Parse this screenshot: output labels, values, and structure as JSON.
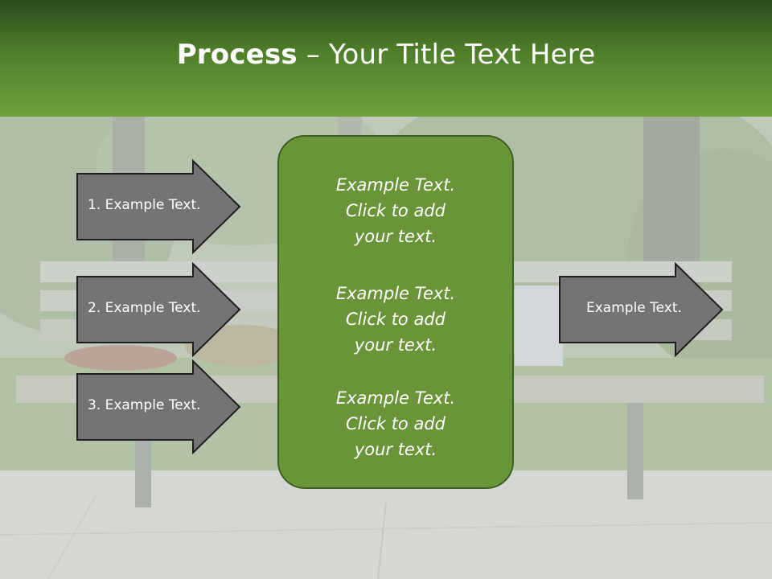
{
  "title": {
    "bold": "Process",
    "rest": " – Your Title Text Here"
  },
  "left_arrows": [
    "1. Example Text.",
    "2. Example Text.",
    "3. Example Text."
  ],
  "center_items": [
    [
      "Example Text.",
      "Click  to add",
      "your text."
    ],
    [
      "Example Text.",
      "Click  to add",
      "your text."
    ],
    [
      "Example Text.",
      "Click  to add",
      "your text."
    ]
  ],
  "right_arrow": "Example Text.",
  "colors": {
    "header_top": "#2c4a1c",
    "header_bottom": "#6da23d",
    "center_box": "#6a9438",
    "arrow_fill": "#747474"
  }
}
